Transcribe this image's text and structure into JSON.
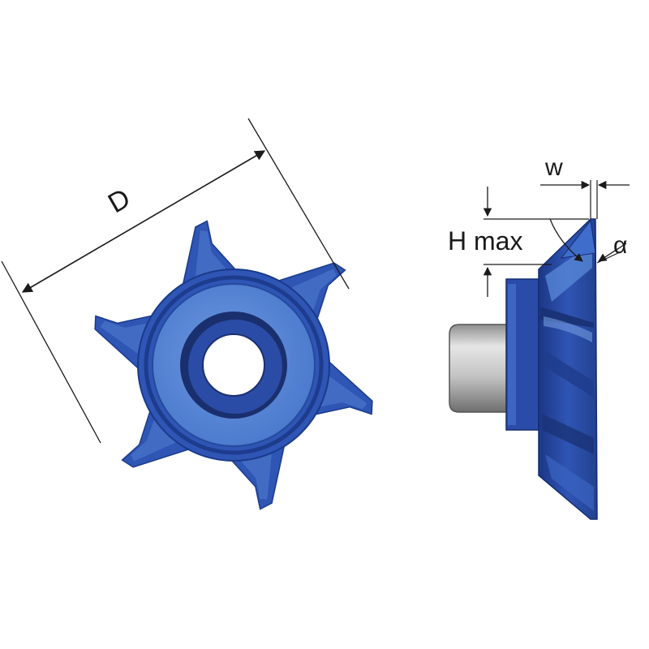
{
  "labels": {
    "diameter": "D",
    "width": "w",
    "height": "H max",
    "angle": "α"
  },
  "colors": {
    "tool_blue": "#2f55b5",
    "tool_blue_dark": "#1e3c8e",
    "tool_blue_light": "#5a8ad8",
    "shank_grey": "#b5b5b5",
    "dimension_line": "#1a1a1a"
  }
}
